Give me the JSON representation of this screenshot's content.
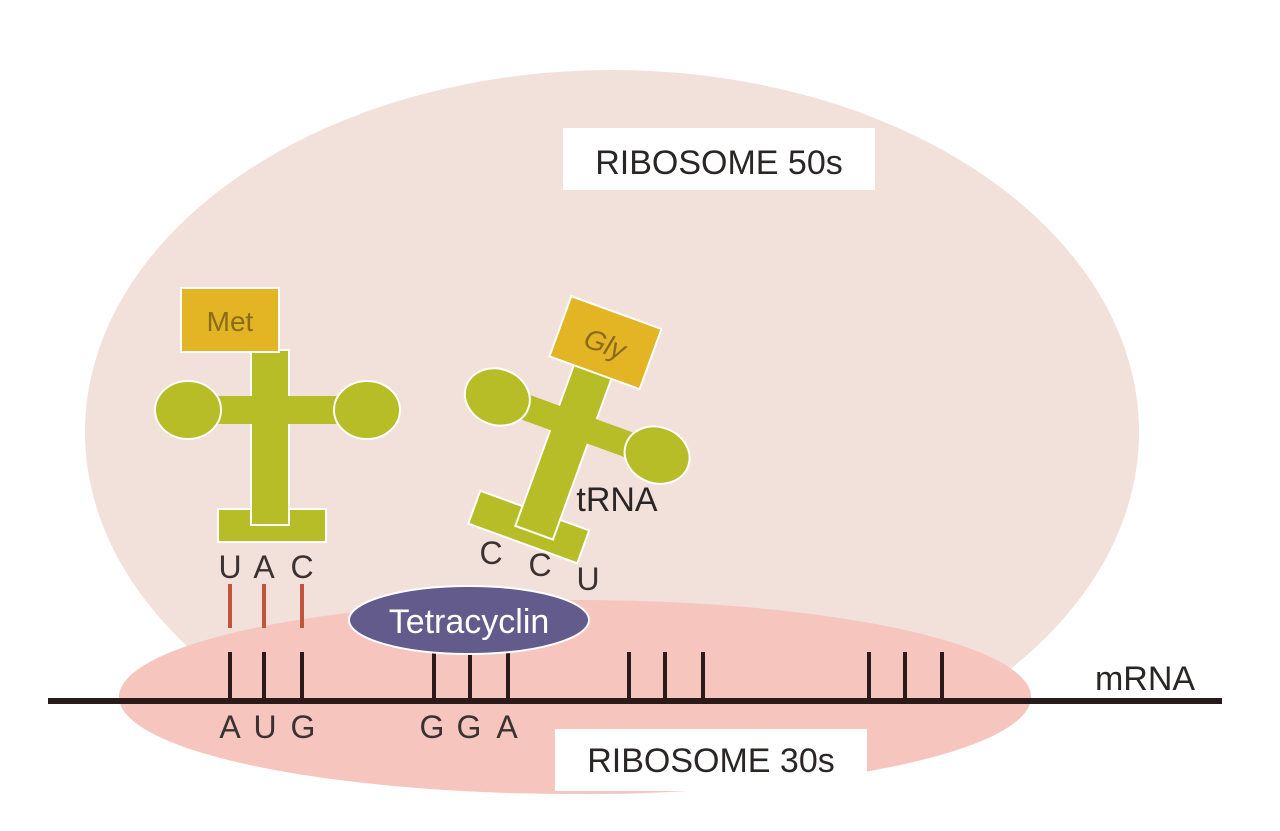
{
  "diagram": {
    "ribosome_large_label": "RIBOSOME 50s",
    "ribosome_small_label": "RIBOSOME 30s",
    "mrna_label": "mRNA",
    "trna_label": "tRNA",
    "drug_label": "Tetracyclin",
    "trna1": {
      "amino_acid": "Met",
      "anticodon": [
        "U",
        "A",
        "C"
      ]
    },
    "trna2": {
      "amino_acid": "Gly",
      "anticodon": [
        "C",
        "C",
        "U"
      ]
    },
    "codons": [
      {
        "bases": [
          "A",
          "U",
          "G"
        ]
      },
      {
        "bases": [
          "G",
          "G",
          "A"
        ]
      },
      {
        "bases": [
          "",
          "",
          ""
        ]
      },
      {
        "bases": [
          "",
          "",
          ""
        ]
      }
    ],
    "colors": {
      "ribosome_50s": "#f2e0da",
      "ribosome_30s": "#f5c5be",
      "trna_body": "#b6bd26",
      "amino_box": "#e3b524",
      "tetracyclin": "#625b8c",
      "pairing_bond": "#c0553c",
      "mrna": "#2a1a1a"
    }
  }
}
